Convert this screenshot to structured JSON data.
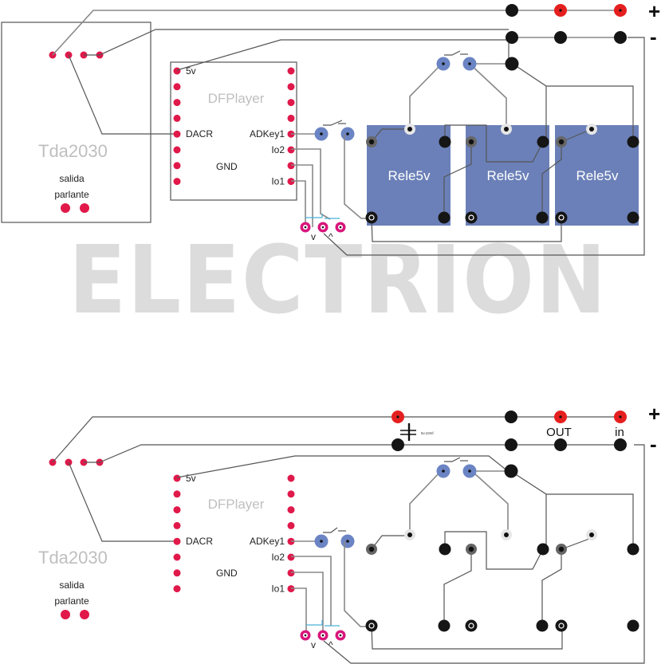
{
  "watermark": "ELECTRION",
  "colors": {
    "relay_fill": "#6b80b8",
    "header_pin": "#e0194a",
    "power_positive": "#e51f1f",
    "terminal_black": "#151515",
    "button_blue": "#6b84c4",
    "audio_pin": "#d8167c",
    "ghost_text": "#bfbfbf",
    "watermark": "#dcdcdc"
  },
  "power_rail": {
    "positive_label": "+",
    "negative_label": "-"
  },
  "top_diagram": {
    "amplifier": {
      "title": "Tda2030",
      "output_label_line1": "salida",
      "output_label_line2": "parlante"
    },
    "module": {
      "title": "DFPlayer",
      "pins_left": [
        "5v",
        "",
        "",
        "",
        "DACR",
        "",
        "",
        ""
      ],
      "pins_right": [
        "",
        "",
        "",
        "",
        "ADKey1",
        "Io2",
        "",
        "Io1"
      ],
      "center_label": "GND"
    },
    "relays": [
      {
        "label": "Rele5v"
      },
      {
        "label": "Rele5v"
      },
      {
        "label": "Rele5v"
      }
    ],
    "audio_arrows": [
      "v",
      "^"
    ]
  },
  "bottom_diagram": {
    "amplifier": {
      "title": "Tda2030",
      "output_label_line1": "salida",
      "output_label_line2": "parlante"
    },
    "module": {
      "title": "DFPlayer",
      "pins_left": [
        "5v",
        "",
        "",
        "",
        "DACR",
        "",
        "",
        ""
      ],
      "pins_right": [
        "",
        "",
        "",
        "",
        "ADKey1",
        "Io2",
        "",
        "Io1"
      ],
      "center_label": "GND"
    },
    "capacitor_label": "5v.10mf",
    "out_label": "OUT",
    "in_label": "in",
    "audio_arrows": [
      "v",
      "^"
    ]
  }
}
